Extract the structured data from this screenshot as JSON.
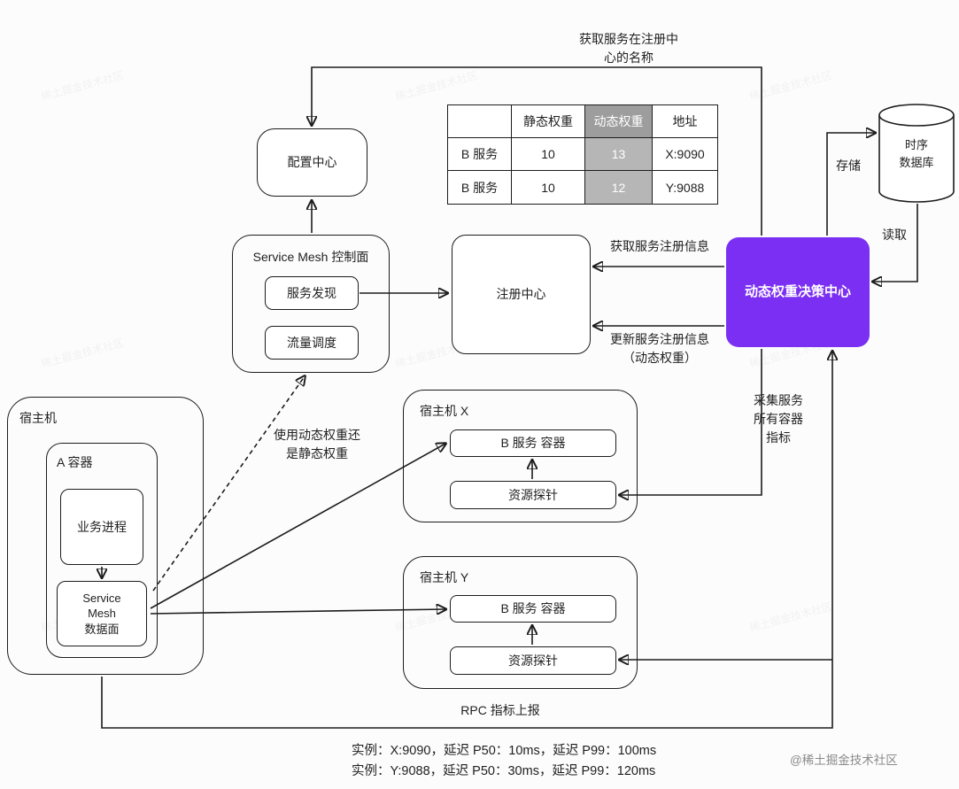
{
  "diagram": {
    "top_label": {
      "line1": "获取服务在注册中",
      "line2": "心的名称"
    },
    "config_center": "配置中心",
    "table": {
      "headers": [
        "",
        "静态权重",
        "动态权重",
        "地址"
      ],
      "rows": [
        {
          "name": "B 服务",
          "static": "10",
          "dynamic": "13",
          "addr": "X:9090"
        },
        {
          "name": "B 服务",
          "static": "10",
          "dynamic": "12",
          "addr": "Y:9088"
        }
      ],
      "highlight_header_bg": "#9d9d9d",
      "highlight_cell_bg": "#b6b6b6"
    },
    "tsdb": {
      "line1": "时序",
      "line2": "数据库"
    },
    "store_label": "存储",
    "read_label": "读取",
    "mesh_control": {
      "title": "Service Mesh 控制面",
      "service_discovery": "服务发现",
      "traffic_scheduling": "流量调度"
    },
    "registry": "注册中心",
    "decision_center": {
      "label": "动态权重决策中心",
      "color": "#7b2ff2"
    },
    "get_reg_info": "获取服务注册信息",
    "update_reg_info": {
      "line1": "更新服务注册信息",
      "line2": "（动态权重）"
    },
    "collect_label": {
      "line1": "采集服务",
      "line2": "所有容器",
      "line3": "指标"
    },
    "use_weight_label": {
      "line1": "使用动态权重还",
      "line2": "是静态权重"
    },
    "host_a": {
      "label": "宿主机",
      "container_label": "A 容器",
      "process": "业务进程",
      "dataplane_line1": "Service",
      "dataplane_line2": "Mesh",
      "dataplane_line3": "数据面"
    },
    "host_x": {
      "label": "宿主机 X",
      "service": "B 服务 容器",
      "probe": "资源探针"
    },
    "host_y": {
      "label": "宿主机 Y",
      "service": "B 服务 容器",
      "probe": "资源探针"
    },
    "rpc_label": "RPC 指标上报",
    "footer": {
      "example_x": "实例：X:9090，延迟 P50：10ms，延迟 P99：100ms",
      "example_y": "实例：Y:9088，延迟 P50：30ms，延迟 P99：120ms",
      "watermark": "@稀土掘金技术社区",
      "tile_watermark": "稀土掘金技术社区"
    }
  }
}
